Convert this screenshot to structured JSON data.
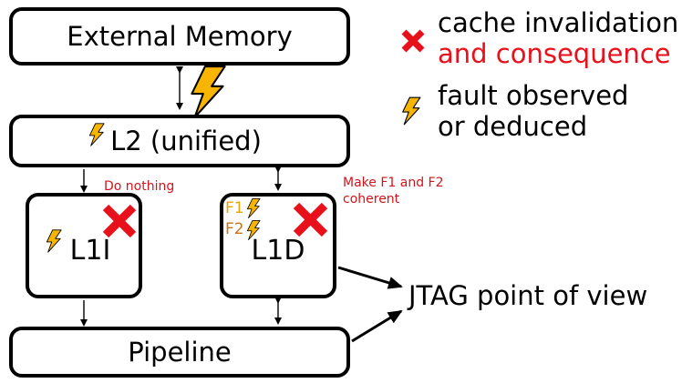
{
  "colors": {
    "bolt_fill": "#f7b500",
    "cross": "#e8101a",
    "note_red": "#d4141a",
    "f1_color": "#e8a600",
    "f2_color": "#c8741a"
  },
  "boxes": {
    "external_memory": "External Memory",
    "l2": "L2 (unified)",
    "l1i": "L1I",
    "l1d": "L1D",
    "pipeline": "Pipeline"
  },
  "annotations": {
    "do_nothing": "Do nothing",
    "make_coherent_line1": "Make F1 and F2",
    "make_coherent_line2": "coherent",
    "f1": "F1",
    "f2": "F2",
    "jtag": "JTAG point of view"
  },
  "legend": {
    "cross_line1": "cache invalidation",
    "cross_line2": "and consequence",
    "bolt_line1": "fault observed",
    "bolt_line2": "or deduced",
    "cross_icon": "cross-mark-icon",
    "bolt_icon": "lightning-bolt-icon"
  }
}
